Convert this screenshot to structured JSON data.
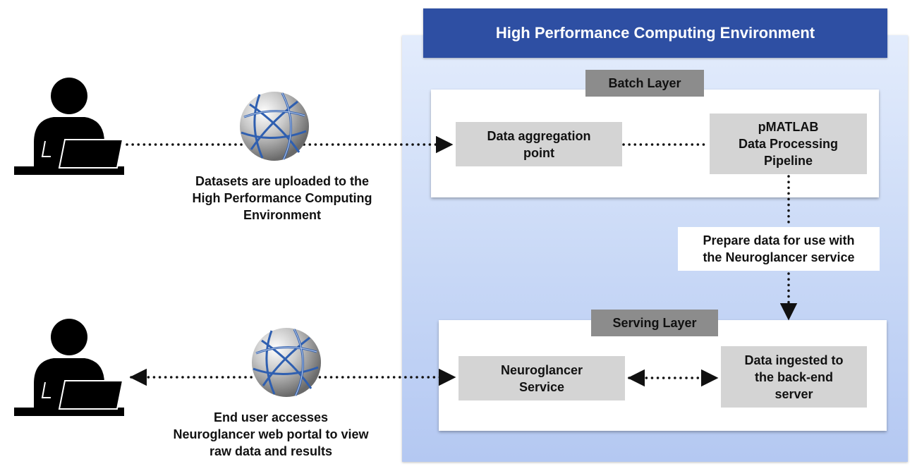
{
  "environment": {
    "title": "High Performance Computing Environment"
  },
  "batch_layer": {
    "label": "Batch Layer",
    "aggregation": "Data aggregation point",
    "pipeline": [
      "pMATLAB",
      "Data Processing",
      "Pipeline"
    ]
  },
  "prepare": [
    "Prepare data for use with",
    "the Neuroglancer service"
  ],
  "serving_layer": {
    "label": "Serving Layer",
    "service": [
      "Neuroglancer",
      "Service"
    ],
    "ingest": [
      "Data ingested to",
      "the back-end",
      "server"
    ]
  },
  "upload_caption": [
    "Datasets are uploaded to the",
    "High Performance Computing",
    "Environment"
  ],
  "access_caption": [
    "End user accesses",
    "Neuroglancer web portal to view",
    "raw data and results"
  ],
  "icons": {
    "user": "user-laptop-icon",
    "globe": "globe-network-icon"
  },
  "colors": {
    "title_bar": "#2e4fa3",
    "env_background": "#c8d8f6",
    "node": "#d4d4d4",
    "tag": "#8c8c8c"
  }
}
